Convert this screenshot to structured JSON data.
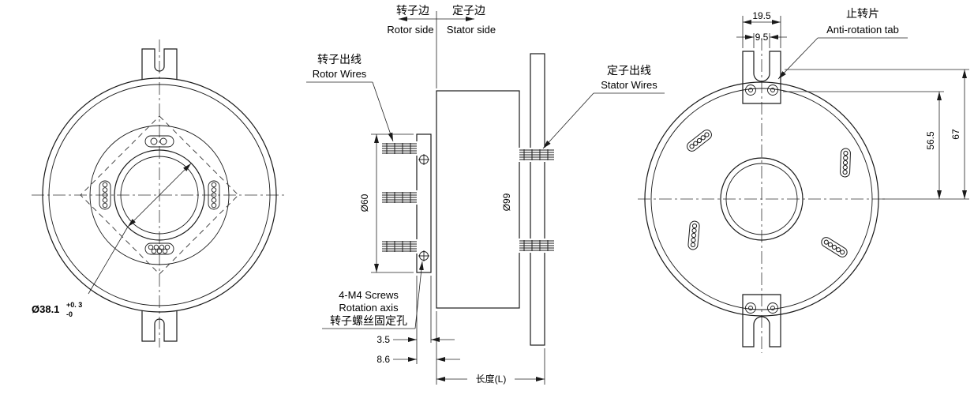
{
  "drawing": {
    "background": "#ffffff",
    "line_color": "#1a1a1a"
  },
  "front_view": {
    "bore_dia": "Ø38.1",
    "bore_tol_upper": "+0. 3",
    "bore_tol_lower": "-0"
  },
  "side_view": {
    "rotor_side_cn": "转子边",
    "rotor_side_en": "Rotor side",
    "stator_side_cn": "定子边",
    "stator_side_en": "Stator side",
    "rotor_wires_cn": "转子出线",
    "rotor_wires_en": "Rotor Wires",
    "stator_wires_cn": "定子出线",
    "stator_wires_en": "Stator Wires",
    "dia_60": "Ø60",
    "dia_99": "Ø99",
    "screws_line1": "4-M4 Screws",
    "screws_line2": "Rotation axis",
    "screws_line3": "转子螺丝固定孔",
    "dim_3_5": "3.5",
    "dim_8_6": "8.6",
    "length_label": "长度(L)"
  },
  "rear_view": {
    "tab_cn": "止转片",
    "tab_en": "Anti-rotation tab",
    "dim_19_5": "19.5",
    "dim_9_5": "9.5",
    "dim_56_5": "56.5",
    "dim_67": "67"
  }
}
